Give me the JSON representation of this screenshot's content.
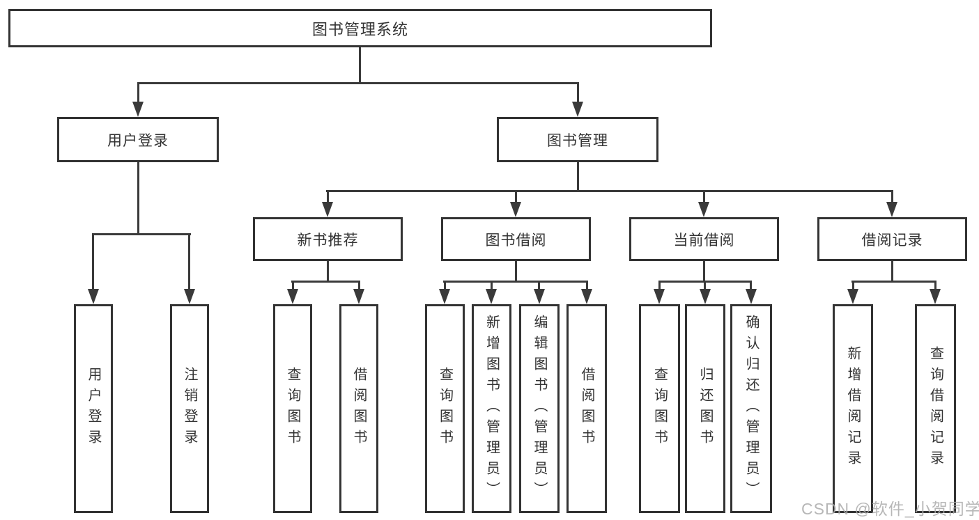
{
  "diagram": {
    "root": {
      "label": "图书管理系统"
    },
    "user_login_branch": {
      "label": "用户登录",
      "children": [
        {
          "label": "用户登录"
        },
        {
          "label": "注销登录"
        }
      ]
    },
    "book_management_branch": {
      "label": "图书管理",
      "sections": [
        {
          "label": "新书推荐",
          "children": [
            {
              "label": "查询图书"
            },
            {
              "label": "借阅图书"
            }
          ]
        },
        {
          "label": "图书借阅",
          "children": [
            {
              "label": "查询图书"
            },
            {
              "label": "新增图书（管理员）"
            },
            {
              "label": "编辑图书（管理员）"
            },
            {
              "label": "借阅图书"
            }
          ]
        },
        {
          "label": "当前借阅",
          "children": [
            {
              "label": "查询图书"
            },
            {
              "label": "归还图书"
            },
            {
              "label": "确认归还（管理员）"
            }
          ]
        },
        {
          "label": "借阅记录",
          "children": [
            {
              "label": "新增借阅记录"
            },
            {
              "label": "查询借阅记录"
            }
          ]
        }
      ]
    }
  },
  "watermark": {
    "text": "CSDN @软件_小贺同学"
  },
  "colors": {
    "line": "#3a3a3a",
    "box_border": "#333333",
    "text": "#333333",
    "watermark": "#ababab",
    "background": "#ffffff"
  }
}
